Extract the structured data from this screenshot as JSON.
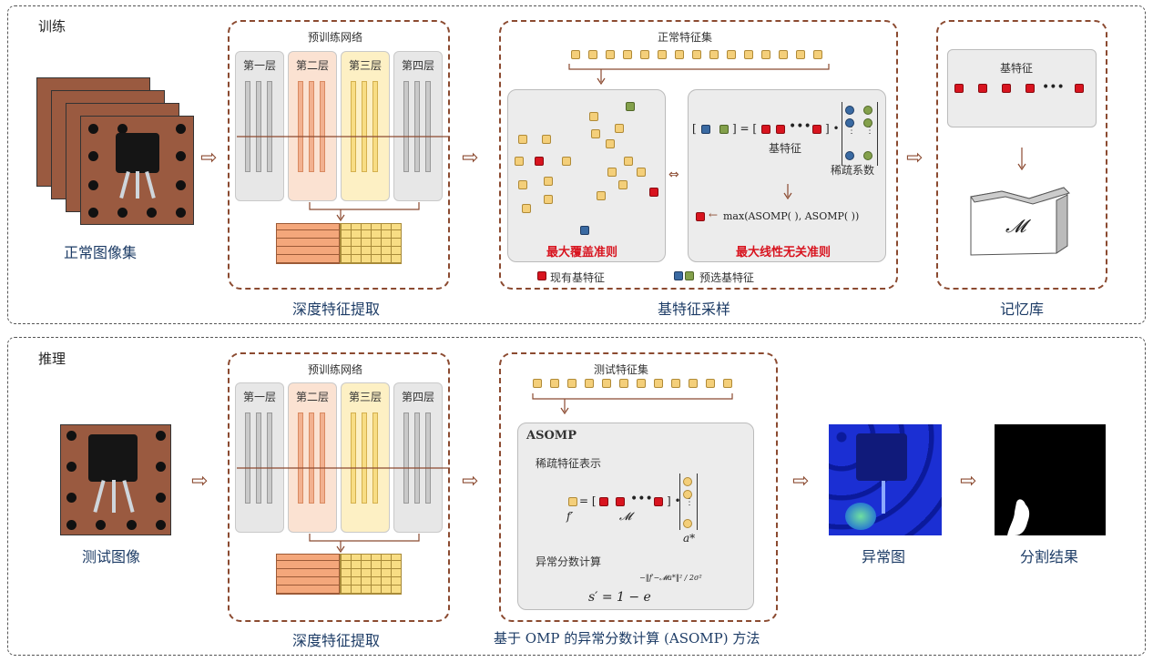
{
  "training": {
    "title": "训练",
    "normal_image_set": "正常图像集",
    "pretrained_network": "预训练网络",
    "layers": [
      "第一层",
      "第二层",
      "第三层",
      "第四层"
    ],
    "deep_feature_extraction": "深度特征提取",
    "normal_feature_set": "正常特征集",
    "base_feature": "基特征",
    "sparse_coef": "稀疏系数",
    "max_cover": "最大覆盖准则",
    "max_independent": "最大线性无关准则",
    "formula_max": "max(ASOMP(  ), ASOMP(  ))",
    "legend_existing": "现有基特征",
    "legend_candidate": "预选基特征",
    "base_feature_sampling": "基特征采样",
    "memory_base_feature": "基特征",
    "memory_symbol": "𝓜",
    "memory_bank": "记忆库"
  },
  "inference": {
    "title": "推理",
    "test_image": "测试图像",
    "pretrained_network": "预训练网络",
    "layers": [
      "第一层",
      "第二层",
      "第三层",
      "第四层"
    ],
    "deep_feature_extraction": "深度特征提取",
    "test_feature_set": "测试特征集",
    "asomp_title": "ASOMP",
    "sparse_repr": "稀疏特征表示",
    "f_prime": "f′",
    "m_symbol": "𝓜",
    "a_star": "a*",
    "anomaly_score_calc": "异常分数计算",
    "score_formula": "s′ = 1 − e",
    "score_exponent": "−‖f′−𝓜a*‖² / 2σ²",
    "asomp_method": "基于 OMP 的异常分数计算 (ASOMP) 方法",
    "anomaly_map": "异常图",
    "segmentation": "分割结果"
  },
  "colors": {
    "accent_brown": "#8b4a30",
    "caption_blue": "#1d3c66",
    "red_cube": "#d8141f",
    "yellow_cube": "#f4cf7a",
    "blue_cube": "#3a6aa2",
    "green_cube": "#83a04b"
  }
}
